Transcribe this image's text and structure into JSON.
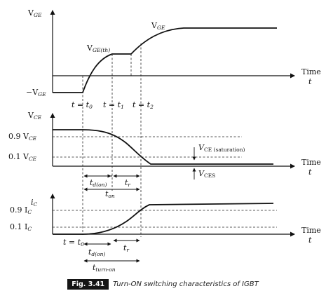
{
  "panels": {
    "vge": {
      "axis_label_main": "V",
      "axis_label_sub": "GE",
      "curve_label_main": "V",
      "curve_label_sub": "GE",
      "threshold_label_main": "V",
      "threshold_label_sub": "GE(th)",
      "neg_label_prefix": "−V",
      "neg_label_sub": "GE",
      "time_label": "Time",
      "time_symbol": "t",
      "t0_label_a": "t = t",
      "t0_label_sub": "0",
      "t1_label_a": "t = t",
      "t1_label_sub": "1",
      "t2_label_a": "t = t",
      "t2_label_sub": "2"
    },
    "vce": {
      "axis_label_main": "V",
      "axis_label_sub": "CE",
      "level_09_prefix": "0.9 V",
      "level_09_sub": "CE",
      "level_01_prefix": "0.1 V",
      "level_01_sub": "CE",
      "vce_sat_main": "V",
      "vce_sat_sub": "CE (saturation)",
      "vces_main": "V",
      "vces_sub": "CES",
      "time_label": "Time",
      "time_symbol": "t",
      "td_on_main": "t",
      "td_on_sub": "d(on)",
      "tr_main": "t",
      "tr_sub": "r",
      "ton_main": "t",
      "ton_sub": "on"
    },
    "ic": {
      "axis_label_main": "i",
      "axis_label_sub": "C",
      "level_09_prefix": "0.9 I",
      "level_09_sub": "C",
      "level_01_prefix": "0.1 I",
      "level_01_sub": "C",
      "time_label": "Time",
      "time_symbol": "t",
      "t0_label_a": "t = t",
      "t0_label_sub": "0",
      "td_on_main": "t",
      "td_on_sub": "d(on)",
      "tr_main": "t",
      "tr_sub": "r",
      "tturnon_main": "t",
      "tturnon_sub": "turn-on"
    }
  },
  "caption": {
    "badge": "Fig. 3.41",
    "text": "Turn-ON switching characteristics of IGBT"
  }
}
